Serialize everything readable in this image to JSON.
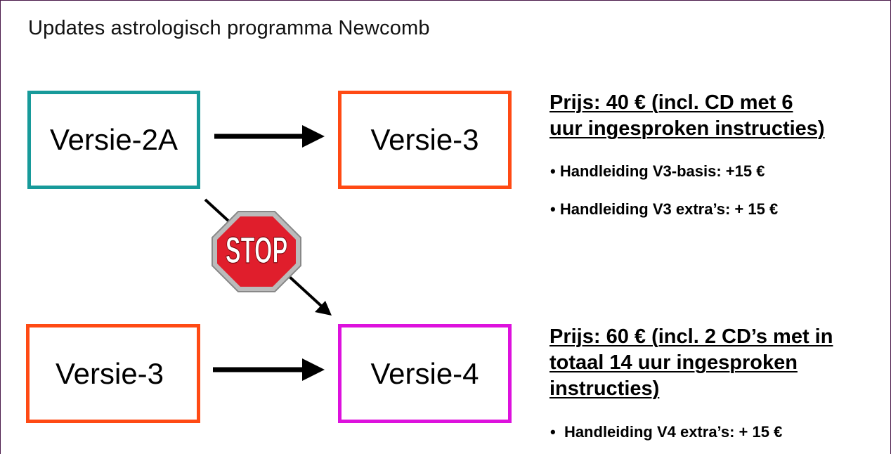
{
  "title": "Updates astrologisch programma Newcomb",
  "boxes": {
    "versie_2a": "Versie-2A",
    "versie_3_top": "Versie-3",
    "versie_3_bottom": "Versie-3",
    "versie_4": "Versie-4"
  },
  "stop_sign": {
    "text": "STOP"
  },
  "price_top": {
    "line1": "Prijs: 40 € (incl.  CD met 6",
    "line2": "uur ingesproken instructies)",
    "bullets": [
      "Handleiding V3-basis: +15 €",
      "Handleiding V3 extra’s: + 15 €"
    ]
  },
  "price_bottom": {
    "line1": "Prijs: 60 € (incl. 2 CD’s met in",
    "line2": "totaal 14 uur ingesproken",
    "line3": "instructies)",
    "bullets": [
      "Handleiding V4 extra’s: + 15 €"
    ]
  },
  "colors": {
    "teal": "#179a9a",
    "orange": "#ff4a14",
    "magenta": "#dd11dd",
    "stop_red": "#e01e2c"
  }
}
